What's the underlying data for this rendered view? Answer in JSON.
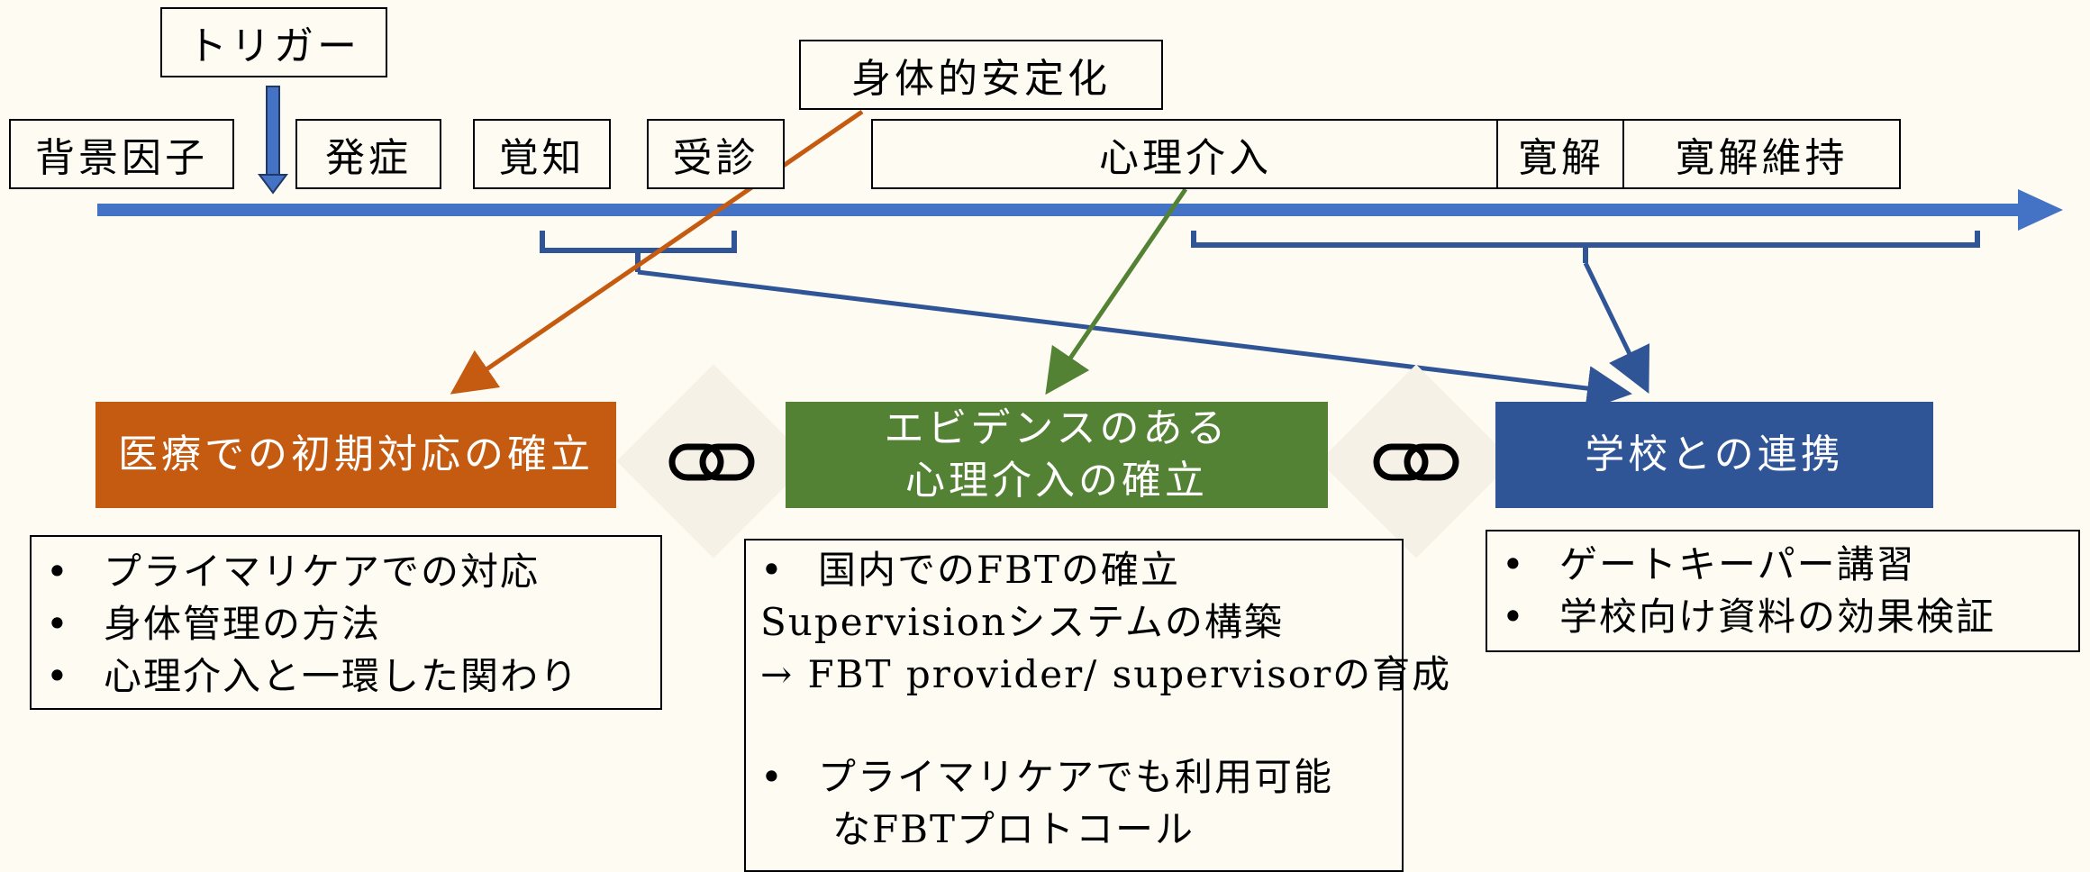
{
  "timeline": {
    "stages": {
      "background": "背景因子",
      "trigger": "トリガー",
      "onset": "発症",
      "awareness": "覚知",
      "consultation": "受診",
      "physical_stabilization": "身体的安定化",
      "psych_intervention": "心理介入",
      "remission": "寛解",
      "remission_maintenance": "寛解維持"
    }
  },
  "pillars": {
    "medical": {
      "title": "医療での初期対応の確立",
      "color": "#c55a11",
      "items": [
        "プライマリケアでの対応",
        "身体管理の方法",
        "心理介入と一環した関わり"
      ]
    },
    "psych": {
      "title_line1": "エビデンスのある",
      "title_line2": "心理介入の確立",
      "color": "#548235",
      "item1": "国内でのFBTの確立",
      "line2": "Supervisionシステムの構築",
      "line3": "→ FBT provider/ supervisorの育成",
      "item2_line1": "プライマリケアでも利用可能",
      "item2_line2": "なFBTプロトコール"
    },
    "school": {
      "title": "学校との連携",
      "color": "#2f5597",
      "items": [
        "ゲートキーパー講習",
        "学校向け資料の効果検証"
      ]
    }
  },
  "colors": {
    "timeline_arrow": "#4472c4",
    "bracket": "#2f5597",
    "orange_arrow": "#c55a11",
    "green_arrow": "#548235"
  },
  "icons": {
    "link": "chain-link-icon"
  },
  "bullet": "•"
}
